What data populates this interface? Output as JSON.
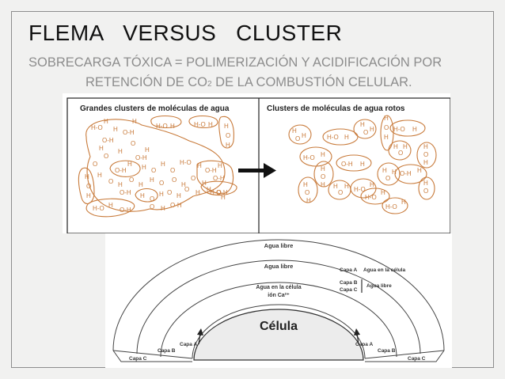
{
  "slide": {
    "title": "FLEMA   VERSUS   CLUSTER",
    "subtitle_line1": "SOBRECARGA TÓXICA = POLIMERIZACIÓN Y ACIDIFICACIÓN POR",
    "subtitle_line2_a": "RETENCIÓN DE CO",
    "subtitle_line2_sub": "2",
    "subtitle_line2_b": " DE LA COMBUSTIÓN CELULAR."
  },
  "clusters_figure": {
    "left_heading": "Grandes clusters de moléculas de agua",
    "right_heading": "Clusters de moléculas de agua rotos",
    "accent_color": "#c87a3a"
  },
  "layers_figure": {
    "arc_outer": "Agua libre",
    "arc_middle": "Agua libre",
    "arc_inner_1": "Agua en la célula",
    "arc_inner_2": "ión Ca²⁺",
    "cell": "Célula",
    "capa_a": "Capa A",
    "capa_b": "Capa B",
    "capa_c": "Capa C",
    "legend_a_label": "Capa A",
    "legend_a_text": "Agua en la célula",
    "legend_bc_label_b": "Capa B",
    "legend_bc_label_c": "Capa C",
    "legend_bc_text": "Agua libre"
  }
}
